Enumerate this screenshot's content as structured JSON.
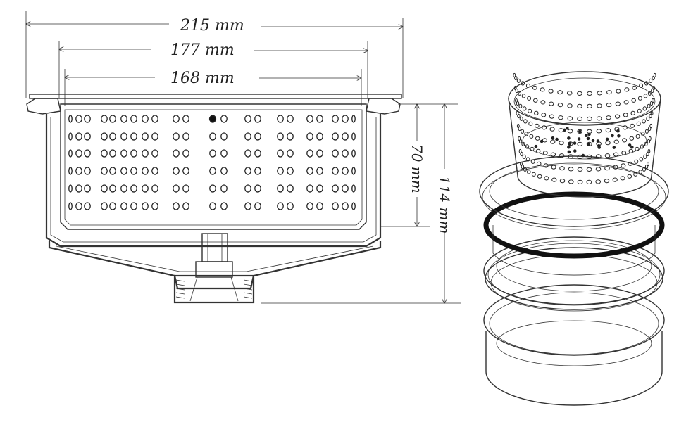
{
  "dimensions": {
    "overall_width": "215 mm",
    "flange_width": "177 mm",
    "basket_width": "168 mm",
    "basket_depth": "70 mm",
    "total_height": "114 mm"
  },
  "colors": {
    "line": "#333333",
    "hatch": "#555555",
    "background": "#ffffff"
  },
  "icons": {
    "section": "drain-cross-section-drawing",
    "exploded": "drain-exploded-view-drawing"
  }
}
